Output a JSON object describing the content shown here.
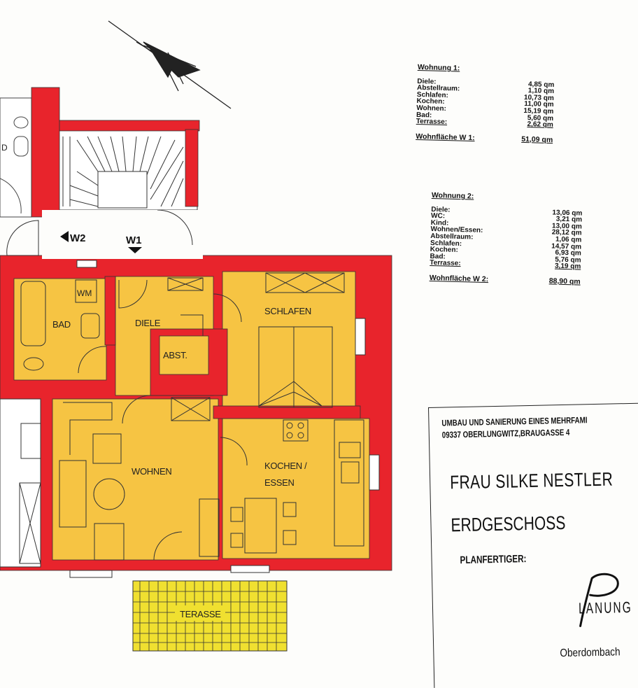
{
  "apartment1": {
    "title": "Wohnung 1:",
    "rows": [
      {
        "name": "Diele:",
        "value": "4,85 qm"
      },
      {
        "name": "Abstellraum:",
        "value": "1,10 qm"
      },
      {
        "name": "Schlafen:",
        "value": "10,73 qm"
      },
      {
        "name": "Kochen:",
        "value": "11,00 qm"
      },
      {
        "name": "Wohnen:",
        "value": "15,19 qm"
      },
      {
        "name": "Bad:",
        "value": "5,60 qm"
      },
      {
        "name": "Terrasse:",
        "value": "2,62 qm"
      }
    ],
    "total_label": "Wohnfläche W 1:",
    "total_value": "51,09 qm"
  },
  "apartment2": {
    "title": "Wohnung 2:",
    "rows": [
      {
        "name": "Diele:",
        "value": "13,06 qm"
      },
      {
        "name": "WC:",
        "value": "3,21 qm"
      },
      {
        "name": "Kind:",
        "value": "13,00 qm"
      },
      {
        "name": "Wohnen/Essen:",
        "value": "28,12 qm"
      },
      {
        "name": "Abstellraum:",
        "value": "1,06 qm"
      },
      {
        "name": "Schlafen:",
        "value": "14,57 qm"
      },
      {
        "name": "Kochen:",
        "value": "6,93 qm"
      },
      {
        "name": "Bad:",
        "value": "5,76 qm"
      },
      {
        "name": "Terrasse:",
        "value": "3,19 qm"
      }
    ],
    "total_label": "Wohnfläche W 2:",
    "total_value": "88,90 qm"
  },
  "rooms": {
    "bad": "BAD",
    "wm": "WM",
    "diele": "DIELE",
    "abst": "ABST.",
    "schlafen": "SCHLAFEN",
    "wohnen": "WOHNEN",
    "kochen_line1": "KOCHEN /",
    "kochen_line2": "ESSEN",
    "terasse": "TERASSE",
    "entrance_w2": "W2",
    "entrance_w1": "W1",
    "wc_fragment": "D"
  },
  "title_block": {
    "project_line1": "UMBAU UND SANIERUNG EINES MEHRFAMI",
    "project_line2": "09337 OBERLUNGWITZ,BRAUGASSE 4",
    "client": "FRAU  SILKE NESTLER",
    "floor": "ERDGESCHOSS",
    "planer_label": "PLANFERTIGER:",
    "logo_text": "LANUNG",
    "place": "Oberdombach"
  },
  "colors": {
    "wall": "#e8242c",
    "room_fill": "#f6c443",
    "terrace_fill": "#f0e030",
    "line": "#333333"
  }
}
